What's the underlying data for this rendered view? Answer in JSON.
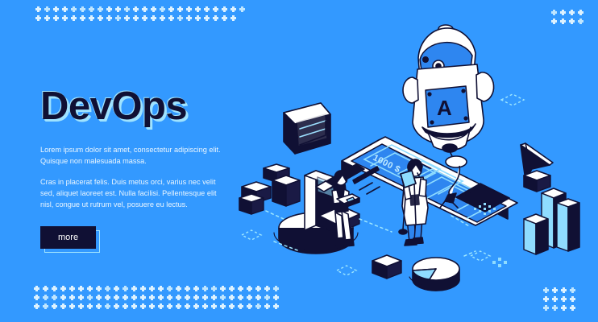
{
  "page": {
    "background_color": "#3399ff",
    "accent_dark": "#101034",
    "accent_light": "#9fe3ff",
    "text_color": "#eaf6ff"
  },
  "hero": {
    "headline": "DevOps",
    "paragraph_1": "Lorem ipsum dolor sit amet, consectetur adipiscing elit. Quisque non malesuada massa.",
    "paragraph_2": "Cras in placerat felis. Duis metus orci, varius nec velit sed, aliquet laoreet est. Nulla facilisi. Pellentesque elit nisl, congue ut rutrum vel, posuere eu lectus.",
    "cta_label": "more"
  },
  "illustration": {
    "phone_screen_amount": "1000 $",
    "robot_badge_letter": "A",
    "objects": [
      "robot",
      "smartphone",
      "woman-with-laptop",
      "man-with-tablet",
      "open-folder",
      "pie-chart",
      "bar-chart",
      "cubes",
      "podium",
      "cursor-arrow"
    ]
  },
  "decorations": {
    "top_left_dots": {
      "rows": 2,
      "cols": 24
    },
    "top_right_dots": {
      "rows": 2,
      "cols": 4
    },
    "bottom_left_dots": {
      "rows": 3,
      "cols": 28
    },
    "bottom_right_dots": {
      "rows": 3,
      "cols": 4
    }
  }
}
